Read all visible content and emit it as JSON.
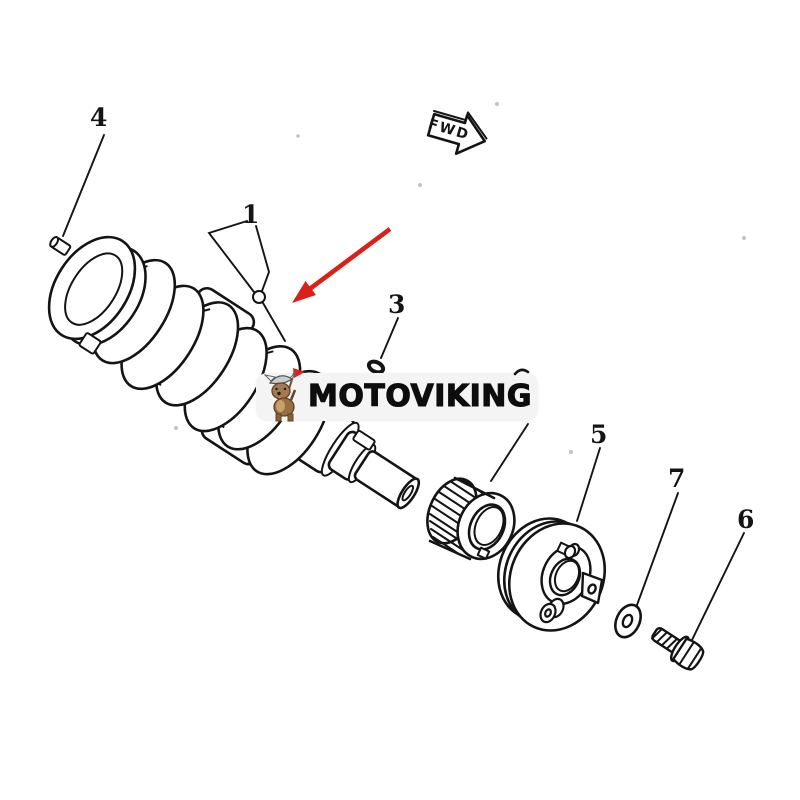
{
  "watermark": {
    "brand": "MOTOVIKING"
  },
  "direction_badge": {
    "label": "FWD"
  },
  "callouts": [
    {
      "label": "1"
    },
    {
      "label": "3"
    },
    {
      "label": "4"
    },
    {
      "label": "5"
    },
    {
      "label": "6"
    },
    {
      "label": "7"
    }
  ],
  "icons": {
    "mascot": "viking-dog-mascot-icon",
    "badge": "fwd-direction-arrow-icon"
  },
  "colors": {
    "background": "#ffffff",
    "line": "#141414",
    "annotation_arrow": "#d92118",
    "watermark_bg": "#f4f4f4",
    "watermark_text": "#0d0d0d"
  }
}
